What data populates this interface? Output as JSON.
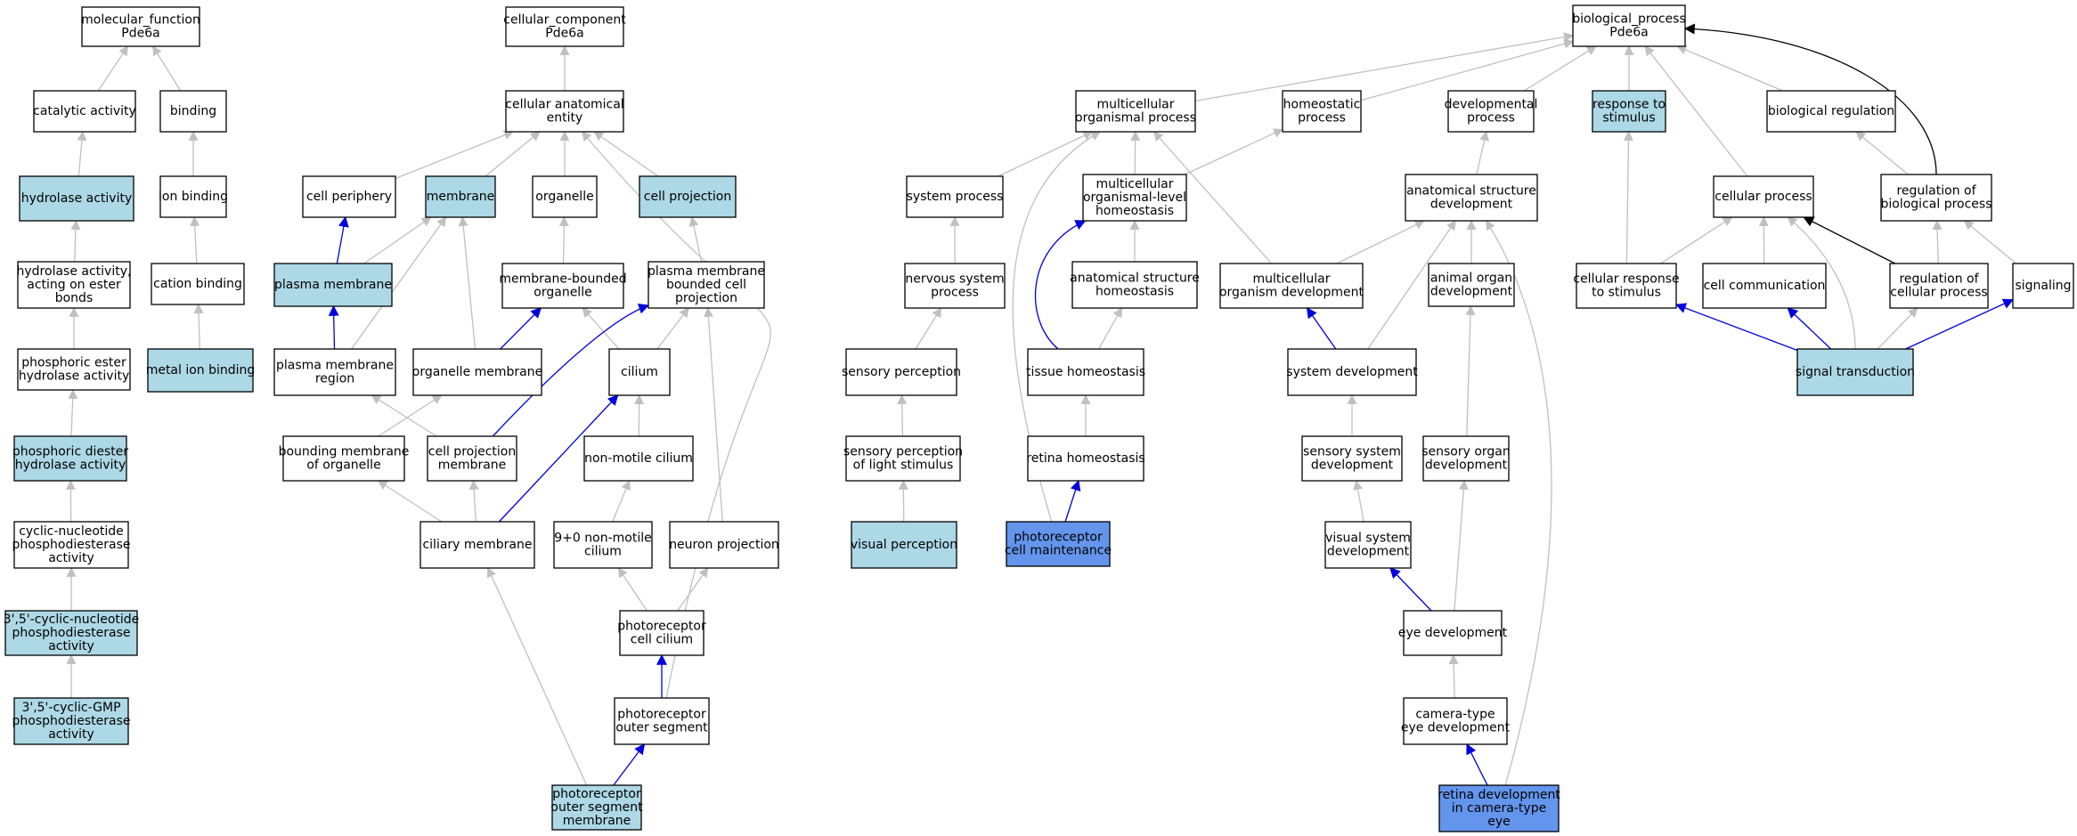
{
  "colors": {
    "default_fill": "#ffffff",
    "highlight_fill": "#add8e6",
    "selected_fill": "#6495ed",
    "edge_gray": "#c0c0c0",
    "edge_blue": "#0000dd",
    "edge_black": "#000000"
  },
  "nodes": [
    {
      "id": "mf_root",
      "lines": [
        "molecular_function",
        "Pde6a"
      ],
      "fill": "default"
    },
    {
      "id": "catalytic_activity",
      "lines": [
        "catalytic activity"
      ],
      "fill": "default"
    },
    {
      "id": "binding",
      "lines": [
        "binding"
      ],
      "fill": "default"
    },
    {
      "id": "hydrolase_activity",
      "lines": [
        "hydrolase activity"
      ],
      "fill": "highlight"
    },
    {
      "id": "ion_binding",
      "lines": [
        "ion binding"
      ],
      "fill": "default"
    },
    {
      "id": "hydrolase_ester",
      "lines": [
        "hydrolase activity,",
        "acting on ester",
        "bonds"
      ],
      "fill": "default"
    },
    {
      "id": "cation_binding",
      "lines": [
        "cation binding"
      ],
      "fill": "default"
    },
    {
      "id": "phosphoric_ester",
      "lines": [
        "phosphoric ester",
        "hydrolase activity"
      ],
      "fill": "default"
    },
    {
      "id": "metal_ion_binding",
      "lines": [
        "metal ion binding"
      ],
      "fill": "highlight"
    },
    {
      "id": "phosphoric_diester",
      "lines": [
        "phosphoric diester",
        "hydrolase activity"
      ],
      "fill": "highlight"
    },
    {
      "id": "cyclic_nuc",
      "lines": [
        "cyclic-nucleotide",
        "phosphodiesterase",
        "activity"
      ],
      "fill": "default"
    },
    {
      "id": "cyclic_35_nuc",
      "lines": [
        "3',5'-cyclic-nucleotide",
        "phosphodiesterase",
        "activity"
      ],
      "fill": "highlight"
    },
    {
      "id": "cyclic_35_gmp",
      "lines": [
        "3',5'-cyclic-GMP",
        "phosphodiesterase",
        "activity"
      ],
      "fill": "highlight"
    },
    {
      "id": "cc_root",
      "lines": [
        "cellular_component",
        "Pde6a"
      ],
      "fill": "default"
    },
    {
      "id": "cell_anat_entity",
      "lines": [
        "cellular anatomical",
        "entity"
      ],
      "fill": "default"
    },
    {
      "id": "cell_periphery",
      "lines": [
        "cell periphery"
      ],
      "fill": "default"
    },
    {
      "id": "membrane",
      "lines": [
        "membrane"
      ],
      "fill": "highlight"
    },
    {
      "id": "organelle",
      "lines": [
        "organelle"
      ],
      "fill": "default"
    },
    {
      "id": "cell_projection",
      "lines": [
        "cell projection"
      ],
      "fill": "highlight"
    },
    {
      "id": "plasma_membrane",
      "lines": [
        "plasma membrane"
      ],
      "fill": "highlight"
    },
    {
      "id": "membrane_bounded_organelle",
      "lines": [
        "membrane-bounded",
        "organelle"
      ],
      "fill": "default"
    },
    {
      "id": "pm_bounded_cell_proj",
      "lines": [
        "plasma membrane",
        "bounded cell",
        "projection"
      ],
      "fill": "default"
    },
    {
      "id": "pm_region",
      "lines": [
        "plasma membrane",
        "region"
      ],
      "fill": "default"
    },
    {
      "id": "organelle_membrane",
      "lines": [
        "organelle membrane"
      ],
      "fill": "default"
    },
    {
      "id": "cilium",
      "lines": [
        "cilium"
      ],
      "fill": "default"
    },
    {
      "id": "bounding_membrane",
      "lines": [
        "bounding membrane",
        "of organelle"
      ],
      "fill": "default"
    },
    {
      "id": "cell_proj_membrane",
      "lines": [
        "cell projection",
        "membrane"
      ],
      "fill": "default"
    },
    {
      "id": "non_motile_cilium",
      "lines": [
        "non-motile cilium"
      ],
      "fill": "default"
    },
    {
      "id": "ciliary_membrane",
      "lines": [
        "ciliary membrane"
      ],
      "fill": "default"
    },
    {
      "id": "nine_plus_zero",
      "lines": [
        "9+0 non-motile",
        "cilium"
      ],
      "fill": "default"
    },
    {
      "id": "neuron_projection",
      "lines": [
        "neuron projection"
      ],
      "fill": "default"
    },
    {
      "id": "photoreceptor_cilium",
      "lines": [
        "photoreceptor",
        "cell cilium"
      ],
      "fill": "default"
    },
    {
      "id": "photoreceptor_outer_segment",
      "lines": [
        "photoreceptor",
        "outer segment"
      ],
      "fill": "default"
    },
    {
      "id": "pos_membrane",
      "lines": [
        "photoreceptor",
        "outer segment",
        "membrane"
      ],
      "fill": "highlight"
    },
    {
      "id": "bp_root",
      "lines": [
        "biological_process",
        "Pde6a"
      ],
      "fill": "default"
    },
    {
      "id": "multicellular_organismal_process",
      "lines": [
        "multicellular",
        "organismal process"
      ],
      "fill": "default"
    },
    {
      "id": "homeostatic_process",
      "lines": [
        "homeostatic",
        "process"
      ],
      "fill": "default"
    },
    {
      "id": "developmental_process",
      "lines": [
        "developmental",
        "process"
      ],
      "fill": "default"
    },
    {
      "id": "response_to_stimulus",
      "lines": [
        "response to",
        "stimulus"
      ],
      "fill": "highlight"
    },
    {
      "id": "biological_regulation",
      "lines": [
        "biological regulation"
      ],
      "fill": "default"
    },
    {
      "id": "system_process",
      "lines": [
        "system process"
      ],
      "fill": "default"
    },
    {
      "id": "mc_organismal_homeostasis",
      "lines": [
        "multicellular",
        "organismal-level",
        "homeostasis"
      ],
      "fill": "default"
    },
    {
      "id": "anat_struct_dev",
      "lines": [
        "anatomical structure",
        "development"
      ],
      "fill": "default"
    },
    {
      "id": "cellular_process",
      "lines": [
        "cellular process"
      ],
      "fill": "default"
    },
    {
      "id": "reg_bio_process",
      "lines": [
        "regulation of",
        "biological process"
      ],
      "fill": "default"
    },
    {
      "id": "nervous_system_process",
      "lines": [
        "nervous system",
        "process"
      ],
      "fill": "default"
    },
    {
      "id": "anat_struct_homeostasis",
      "lines": [
        "anatomical structure",
        "homeostasis"
      ],
      "fill": "default"
    },
    {
      "id": "mc_organism_dev",
      "lines": [
        "multicellular",
        "organism development"
      ],
      "fill": "default"
    },
    {
      "id": "animal_organ_dev",
      "lines": [
        "animal organ",
        "development"
      ],
      "fill": "default"
    },
    {
      "id": "cellular_response",
      "lines": [
        "cellular response",
        "to stimulus"
      ],
      "fill": "default"
    },
    {
      "id": "cell_communication",
      "lines": [
        "cell communication"
      ],
      "fill": "default"
    },
    {
      "id": "reg_cellular_process",
      "lines": [
        "regulation of",
        "cellular process"
      ],
      "fill": "default"
    },
    {
      "id": "signaling",
      "lines": [
        "signaling"
      ],
      "fill": "default"
    },
    {
      "id": "sensory_perception",
      "lines": [
        "sensory perception"
      ],
      "fill": "default"
    },
    {
      "id": "tissue_homeostasis",
      "lines": [
        "tissue homeostasis"
      ],
      "fill": "default"
    },
    {
      "id": "system_development",
      "lines": [
        "system development"
      ],
      "fill": "default"
    },
    {
      "id": "signal_transduction",
      "lines": [
        "signal transduction"
      ],
      "fill": "highlight"
    },
    {
      "id": "sensory_perception_light",
      "lines": [
        "sensory perception",
        "of light stimulus"
      ],
      "fill": "default"
    },
    {
      "id": "retina_homeostasis",
      "lines": [
        "retina homeostasis"
      ],
      "fill": "default"
    },
    {
      "id": "sensory_system_dev",
      "lines": [
        "sensory system",
        "development"
      ],
      "fill": "default"
    },
    {
      "id": "sensory_organ_dev",
      "lines": [
        "sensory organ",
        "development"
      ],
      "fill": "default"
    },
    {
      "id": "visual_perception",
      "lines": [
        "visual perception"
      ],
      "fill": "highlight"
    },
    {
      "id": "photoreceptor_maintenance",
      "lines": [
        "photoreceptor",
        "cell maintenance"
      ],
      "fill": "selected"
    },
    {
      "id": "visual_system_dev",
      "lines": [
        "visual system",
        "development"
      ],
      "fill": "default"
    },
    {
      "id": "eye_development",
      "lines": [
        "eye development"
      ],
      "fill": "default"
    },
    {
      "id": "camera_eye_dev",
      "lines": [
        "camera-type",
        "eye development"
      ],
      "fill": "default"
    },
    {
      "id": "retina_dev",
      "lines": [
        "retina development",
        "in camera-type",
        "eye"
      ],
      "fill": "selected"
    }
  ],
  "edges": [
    {
      "from": "catalytic_activity",
      "to": "mf_root",
      "color": "gray"
    },
    {
      "from": "binding",
      "to": "mf_root",
      "color": "gray"
    },
    {
      "from": "hydrolase_activity",
      "to": "catalytic_activity",
      "color": "gray"
    },
    {
      "from": "ion_binding",
      "to": "binding",
      "color": "gray"
    },
    {
      "from": "hydrolase_ester",
      "to": "hydrolase_activity",
      "color": "gray"
    },
    {
      "from": "cation_binding",
      "to": "ion_binding",
      "color": "gray"
    },
    {
      "from": "phosphoric_ester",
      "to": "hydrolase_ester",
      "color": "gray"
    },
    {
      "from": "metal_ion_binding",
      "to": "cation_binding",
      "color": "gray"
    },
    {
      "from": "phosphoric_diester",
      "to": "phosphoric_ester",
      "color": "gray"
    },
    {
      "from": "cyclic_nuc",
      "to": "phosphoric_diester",
      "color": "gray"
    },
    {
      "from": "cyclic_35_nuc",
      "to": "cyclic_nuc",
      "color": "gray"
    },
    {
      "from": "cyclic_35_gmp",
      "to": "cyclic_35_nuc",
      "color": "gray"
    },
    {
      "from": "cell_anat_entity",
      "to": "cc_root",
      "color": "gray"
    },
    {
      "from": "cell_periphery",
      "to": "cell_anat_entity",
      "color": "gray"
    },
    {
      "from": "membrane",
      "to": "cell_anat_entity",
      "color": "gray"
    },
    {
      "from": "organelle",
      "to": "cell_anat_entity",
      "color": "gray"
    },
    {
      "from": "cell_projection",
      "to": "cell_anat_entity",
      "color": "gray"
    },
    {
      "from": "plasma_membrane",
      "to": "cell_periphery",
      "color": "blue"
    },
    {
      "from": "plasma_membrane",
      "to": "membrane",
      "color": "gray"
    },
    {
      "from": "membrane_bounded_organelle",
      "to": "organelle",
      "color": "gray"
    },
    {
      "from": "pm_bounded_cell_proj",
      "to": "cell_projection",
      "color": "gray"
    },
    {
      "from": "pm_region",
      "to": "plasma_membrane",
      "color": "blue"
    },
    {
      "from": "pm_region",
      "to": "membrane",
      "color": "gray"
    },
    {
      "from": "organelle_membrane",
      "to": "membrane",
      "color": "gray"
    },
    {
      "from": "organelle_membrane",
      "to": "membrane_bounded_organelle",
      "color": "blue"
    },
    {
      "from": "cilium",
      "to": "membrane_bounded_organelle",
      "color": "gray"
    },
    {
      "from": "cilium",
      "to": "pm_bounded_cell_proj",
      "color": "gray"
    },
    {
      "from": "bounding_membrane",
      "to": "organelle_membrane",
      "color": "gray"
    },
    {
      "from": "cell_proj_membrane",
      "to": "pm_region",
      "color": "gray"
    },
    {
      "from": "cell_proj_membrane",
      "to": "pm_bounded_cell_proj",
      "color": "blue",
      "route": "cellproj"
    },
    {
      "from": "non_motile_cilium",
      "to": "cilium",
      "color": "gray"
    },
    {
      "from": "ciliary_membrane",
      "to": "bounding_membrane",
      "color": "gray"
    },
    {
      "from": "ciliary_membrane",
      "to": "cell_proj_membrane",
      "color": "gray"
    },
    {
      "from": "ciliary_membrane",
      "to": "cilium",
      "color": "blue"
    },
    {
      "from": "nine_plus_zero",
      "to": "non_motile_cilium",
      "color": "gray"
    },
    {
      "from": "neuron_projection",
      "to": "pm_bounded_cell_proj",
      "color": "gray"
    },
    {
      "from": "photoreceptor_cilium",
      "to": "nine_plus_zero",
      "color": "gray"
    },
    {
      "from": "photoreceptor_cilium",
      "to": "neuron_projection",
      "color": "gray"
    },
    {
      "from": "photoreceptor_outer_segment",
      "to": "photoreceptor_cilium",
      "color": "blue"
    },
    {
      "from": "photoreceptor_outer_segment",
      "to": "cell_anat_entity",
      "color": "gray",
      "route": "outer"
    },
    {
      "from": "pos_membrane",
      "to": "photoreceptor_outer_segment",
      "color": "blue"
    },
    {
      "from": "pos_membrane",
      "to": "ciliary_membrane",
      "color": "gray"
    },
    {
      "from": "multicellular_organismal_process",
      "to": "bp_root",
      "color": "gray"
    },
    {
      "from": "homeostatic_process",
      "to": "bp_root",
      "color": "gray"
    },
    {
      "from": "developmental_process",
      "to": "bp_root",
      "color": "gray"
    },
    {
      "from": "response_to_stimulus",
      "to": "bp_root",
      "color": "gray"
    },
    {
      "from": "biological_regulation",
      "to": "bp_root",
      "color": "gray"
    },
    {
      "from": "cellular_process",
      "to": "bp_root",
      "color": "gray"
    },
    {
      "from": "reg_bio_process",
      "to": "bp_root",
      "color": "black",
      "route": "regbio"
    },
    {
      "from": "system_process",
      "to": "multicellular_organismal_process",
      "color": "gray"
    },
    {
      "from": "mc_organismal_homeostasis",
      "to": "multicellular_organismal_process",
      "color": "gray"
    },
    {
      "from": "mc_organismal_homeostasis",
      "to": "homeostatic_process",
      "color": "gray"
    },
    {
      "from": "anat_struct_dev",
      "to": "developmental_process",
      "color": "gray"
    },
    {
      "from": "reg_bio_process",
      "to": "biological_regulation",
      "color": "gray"
    },
    {
      "from": "nervous_system_process",
      "to": "system_process",
      "color": "gray"
    },
    {
      "from": "anat_struct_homeostasis",
      "to": "mc_organismal_homeostasis",
      "color": "gray"
    },
    {
      "from": "mc_organism_dev",
      "to": "multicellular_organismal_process",
      "color": "gray"
    },
    {
      "from": "mc_organism_dev",
      "to": "anat_struct_dev",
      "color": "gray"
    },
    {
      "from": "animal_organ_dev",
      "to": "anat_struct_dev",
      "color": "gray"
    },
    {
      "from": "cellular_response",
      "to": "response_to_stimulus",
      "color": "gray"
    },
    {
      "from": "cellular_response",
      "to": "cellular_process",
      "color": "gray"
    },
    {
      "from": "cell_communication",
      "to": "cellular_process",
      "color": "gray"
    },
    {
      "from": "reg_cellular_process",
      "to": "cellular_process",
      "color": "black"
    },
    {
      "from": "reg_cellular_process",
      "to": "reg_bio_process",
      "color": "gray"
    },
    {
      "from": "signaling",
      "to": "reg_bio_process",
      "color": "gray"
    },
    {
      "from": "sensory_perception",
      "to": "nervous_system_process",
      "color": "gray"
    },
    {
      "from": "tissue_homeostasis",
      "to": "anat_struct_homeostasis",
      "color": "gray"
    },
    {
      "from": "tissue_homeostasis",
      "to": "mc_organismal_homeostasis",
      "color": "blue",
      "route": "tissue"
    },
    {
      "from": "system_development",
      "to": "mc_organism_dev",
      "color": "blue"
    },
    {
      "from": "system_development",
      "to": "anat_struct_dev",
      "color": "gray"
    },
    {
      "from": "signal_transduction",
      "to": "cellular_response",
      "color": "blue"
    },
    {
      "from": "signal_transduction",
      "to": "cell_communication",
      "color": "blue"
    },
    {
      "from": "signal_transduction",
      "to": "reg_cellular_process",
      "color": "gray"
    },
    {
      "from": "signal_transduction",
      "to": "signaling",
      "color": "blue"
    },
    {
      "from": "signal_transduction",
      "to": "cellular_process",
      "color": "gray",
      "route": "sigcell"
    },
    {
      "from": "sensory_perception_light",
      "to": "sensory_perception",
      "color": "gray"
    },
    {
      "from": "retina_homeostasis",
      "to": "tissue_homeostasis",
      "color": "gray"
    },
    {
      "from": "sensory_system_dev",
      "to": "system_development",
      "color": "gray"
    },
    {
      "from": "sensory_organ_dev",
      "to": "animal_organ_dev",
      "color": "gray"
    },
    {
      "from": "visual_perception",
      "to": "sensory_perception_light",
      "color": "gray"
    },
    {
      "from": "photoreceptor_maintenance",
      "to": "retina_homeostasis",
      "color": "blue"
    },
    {
      "from": "photoreceptor_maintenance",
      "to": "multicellular_organismal_process",
      "color": "gray",
      "route": "pcm"
    },
    {
      "from": "visual_system_dev",
      "to": "sensory_system_dev",
      "color": "gray"
    },
    {
      "from": "eye_development",
      "to": "visual_system_dev",
      "color": "blue"
    },
    {
      "from": "eye_development",
      "to": "sensory_organ_dev",
      "color": "gray"
    },
    {
      "from": "camera_eye_dev",
      "to": "eye_development",
      "color": "gray"
    },
    {
      "from": "retina_dev",
      "to": "camera_eye_dev",
      "color": "blue"
    },
    {
      "from": "retina_dev",
      "to": "anat_struct_dev",
      "color": "gray",
      "route": "retina"
    }
  ]
}
